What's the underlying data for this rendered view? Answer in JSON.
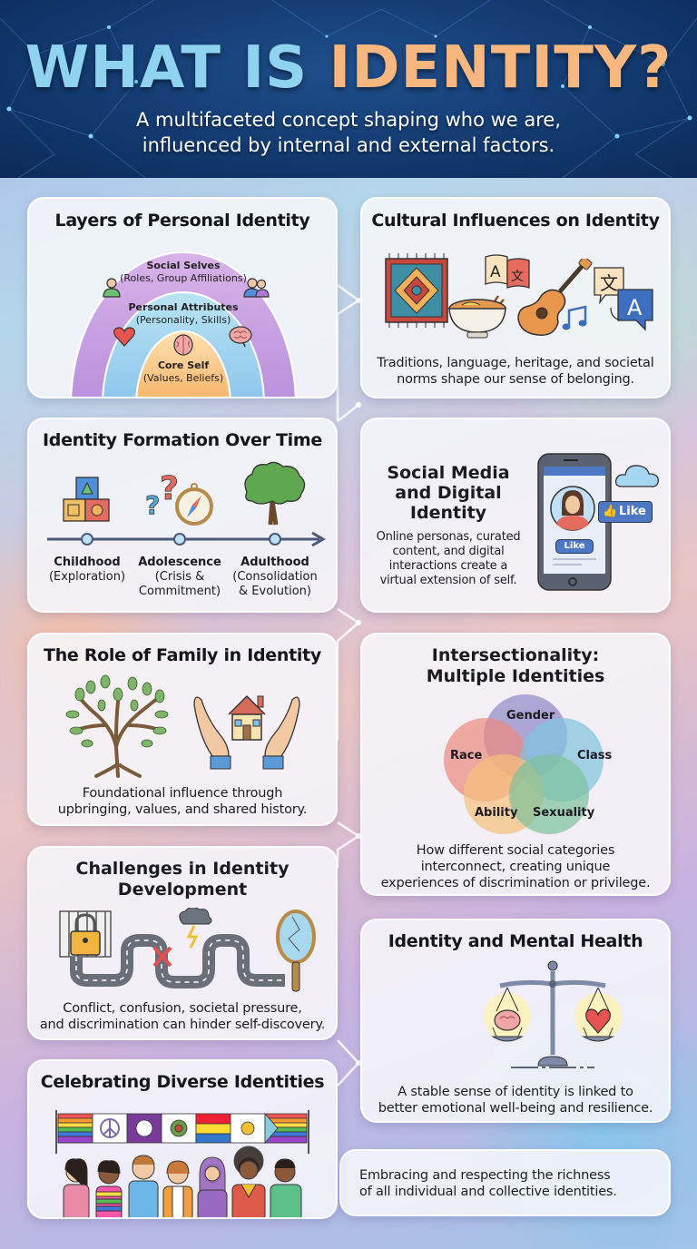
{
  "header": {
    "title_part1": "WHAT IS",
    "title_part2": "IDENTITY?",
    "subtitle_line1": "A multifaceted concept shaping who we are,",
    "subtitle_line2": "influenced by internal and external factors."
  },
  "colors": {
    "header_bg": "#133a70",
    "title_blue": "#8fd3f0",
    "title_orange": "#f8b77e"
  },
  "layers": {
    "title": "Layers of Personal Identity",
    "outer_title": "Social Selves",
    "outer_sub": "(Roles, Group Affiliations)",
    "middle_title": "Personal Attributes",
    "middle_sub": "(Personality, Skills)",
    "core_title": "Core Self",
    "core_sub": "(Values, Beliefs)",
    "icons": [
      "person-icon",
      "group-icon",
      "heart-icon",
      "brain-icon"
    ]
  },
  "cultural": {
    "title": "Cultural Influences on Identity",
    "description_line1": "Traditions, language, heritage, and societal",
    "description_line2": "norms shape our sense of belonging.",
    "icons": [
      "rug-icon",
      "noodle-bowl-icon",
      "translate-flag-icon",
      "guitar-icon",
      "music-note-icon",
      "translate-bubble-icon"
    ],
    "glyph_a": "A",
    "glyph_wen": "文"
  },
  "formation": {
    "title": "Identity Formation Over Time",
    "stages": [
      {
        "name": "Childhood",
        "detail_line1": "(Exploration)",
        "detail_line2": ""
      },
      {
        "name": "Adolescence",
        "detail_line1": "(Crisis &",
        "detail_line2": "Commitment)"
      },
      {
        "name": "Adulthood",
        "detail_line1": "(Consolidation",
        "detail_line2": "& Evolution)"
      }
    ]
  },
  "social_media": {
    "title_line1": "Social Media",
    "title_line2": "and Digital",
    "title_line3": "Identity",
    "description_line1": "Online personas, curated",
    "description_line2": "content, and digital",
    "description_line3": "interactions create a",
    "description_line4": "virtual extension of self.",
    "like_button": "Like",
    "like_badge": "Like"
  },
  "family": {
    "title": "The Role of Family in Identity",
    "description_line1": "Foundational influence through",
    "description_line2": "upbringing, values, and shared history."
  },
  "intersectionality": {
    "title_line1": "Intersectionality:",
    "title_line2": "Multiple Identities",
    "categories": [
      "Gender",
      "Race",
      "Class",
      "Ability",
      "Sexuality"
    ],
    "description_line1": "How different social categories",
    "description_line2": "interconnect, creating unique",
    "description_line3": "experiences of discrimination or privilege."
  },
  "challenges": {
    "title_line1": "Challenges in Identity",
    "title_line2": "Development",
    "description_line1": "Conflict, confusion, societal pressure,",
    "description_line2": "and discrimination can hinder self-discovery."
  },
  "mental_health": {
    "title": "Identity and Mental Health",
    "description_line1": "A stable sense of identity is linked to",
    "description_line2": "better emotional well-being and resilience."
  },
  "celebrating": {
    "title": "Celebrating Diverse Identities",
    "description_line1": "Embracing and respecting the richness",
    "description_line2": "of all individual and collective identities."
  }
}
